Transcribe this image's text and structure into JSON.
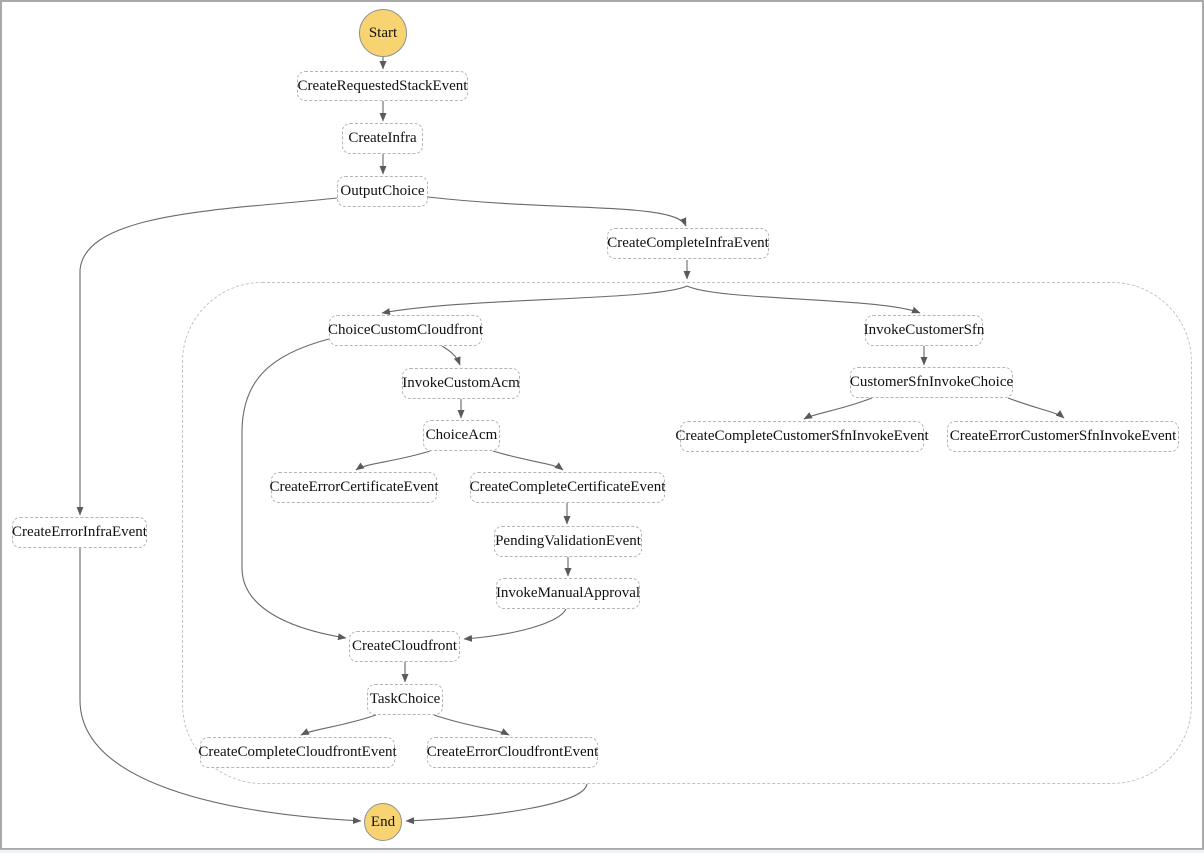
{
  "colors": {
    "background": "#ffffff",
    "frame_border": "#a9a9a9",
    "terminal_fill": "#f7d372",
    "terminal_border": "#919191",
    "state_border": "#b4b4b4",
    "container_border": "#c2c2c2",
    "edge": "#696969",
    "arrowhead": "#5a5a5a",
    "text": "#111111"
  },
  "nodes": {
    "start": "Start",
    "create_requested_stack_event": "CreateRequestedStackEvent",
    "create_infra": "CreateInfra",
    "output_choice": "OutputChoice",
    "create_complete_infra_event": "CreateCompleteInfraEvent",
    "create_error_infra_event": "CreateErrorInfraEvent",
    "choice_custom_cloudfront": "ChoiceCustomCloudfront",
    "invoke_custom_acm": "InvokeCustomAcm",
    "choice_acm": "ChoiceAcm",
    "create_error_certificate_event": "CreateErrorCertificateEvent",
    "create_complete_certificate_event": "CreateCompleteCertificateEvent",
    "pending_validation_event": "PendingValidationEvent",
    "invoke_manual_approval": "InvokeManualApproval",
    "create_cloudfront": "CreateCloudfront",
    "task_choice": "TaskChoice",
    "create_complete_cloudfront_event": "CreateCompleteCloudfrontEvent",
    "create_error_cloudfront_event": "CreateErrorCloudfrontEvent",
    "invoke_customer_sfn": "InvokeCustomerSfn",
    "customer_sfn_invoke_choice": "CustomerSfnInvokeChoice",
    "create_complete_customer_sfn_invoke_event": "CreateCompleteCustomerSfnInvokeEvent",
    "create_error_customer_sfn_invoke_event": "CreateErrorCustomerSfnInvokeEvent",
    "end": "End"
  },
  "edges": [
    {
      "from": "Start",
      "to": "CreateRequestedStackEvent"
    },
    {
      "from": "CreateRequestedStackEvent",
      "to": "CreateInfra"
    },
    {
      "from": "CreateInfra",
      "to": "OutputChoice"
    },
    {
      "from": "OutputChoice",
      "to": "CreateErrorInfraEvent"
    },
    {
      "from": "OutputChoice",
      "to": "CreateCompleteInfraEvent"
    },
    {
      "from": "CreateCompleteInfraEvent",
      "to": "ParallelContainer"
    },
    {
      "from": "ParallelContainer",
      "to": "ChoiceCustomCloudfront"
    },
    {
      "from": "ParallelContainer",
      "to": "InvokeCustomerSfn"
    },
    {
      "from": "ChoiceCustomCloudfront",
      "to": "InvokeCustomAcm"
    },
    {
      "from": "ChoiceCustomCloudfront",
      "to": "CreateCloudfront"
    },
    {
      "from": "InvokeCustomAcm",
      "to": "ChoiceAcm"
    },
    {
      "from": "ChoiceAcm",
      "to": "CreateErrorCertificateEvent"
    },
    {
      "from": "ChoiceAcm",
      "to": "CreateCompleteCertificateEvent"
    },
    {
      "from": "CreateCompleteCertificateEvent",
      "to": "PendingValidationEvent"
    },
    {
      "from": "PendingValidationEvent",
      "to": "InvokeManualApproval"
    },
    {
      "from": "InvokeManualApproval",
      "to": "CreateCloudfront"
    },
    {
      "from": "CreateCloudfront",
      "to": "TaskChoice"
    },
    {
      "from": "TaskChoice",
      "to": "CreateCompleteCloudfrontEvent"
    },
    {
      "from": "TaskChoice",
      "to": "CreateErrorCloudfrontEvent"
    },
    {
      "from": "InvokeCustomerSfn",
      "to": "CustomerSfnInvokeChoice"
    },
    {
      "from": "CustomerSfnInvokeChoice",
      "to": "CreateCompleteCustomerSfnInvokeEvent"
    },
    {
      "from": "CustomerSfnInvokeChoice",
      "to": "CreateErrorCustomerSfnInvokeEvent"
    },
    {
      "from": "CreateErrorInfraEvent",
      "to": "End"
    },
    {
      "from": "ParallelContainer",
      "to": "End"
    }
  ]
}
